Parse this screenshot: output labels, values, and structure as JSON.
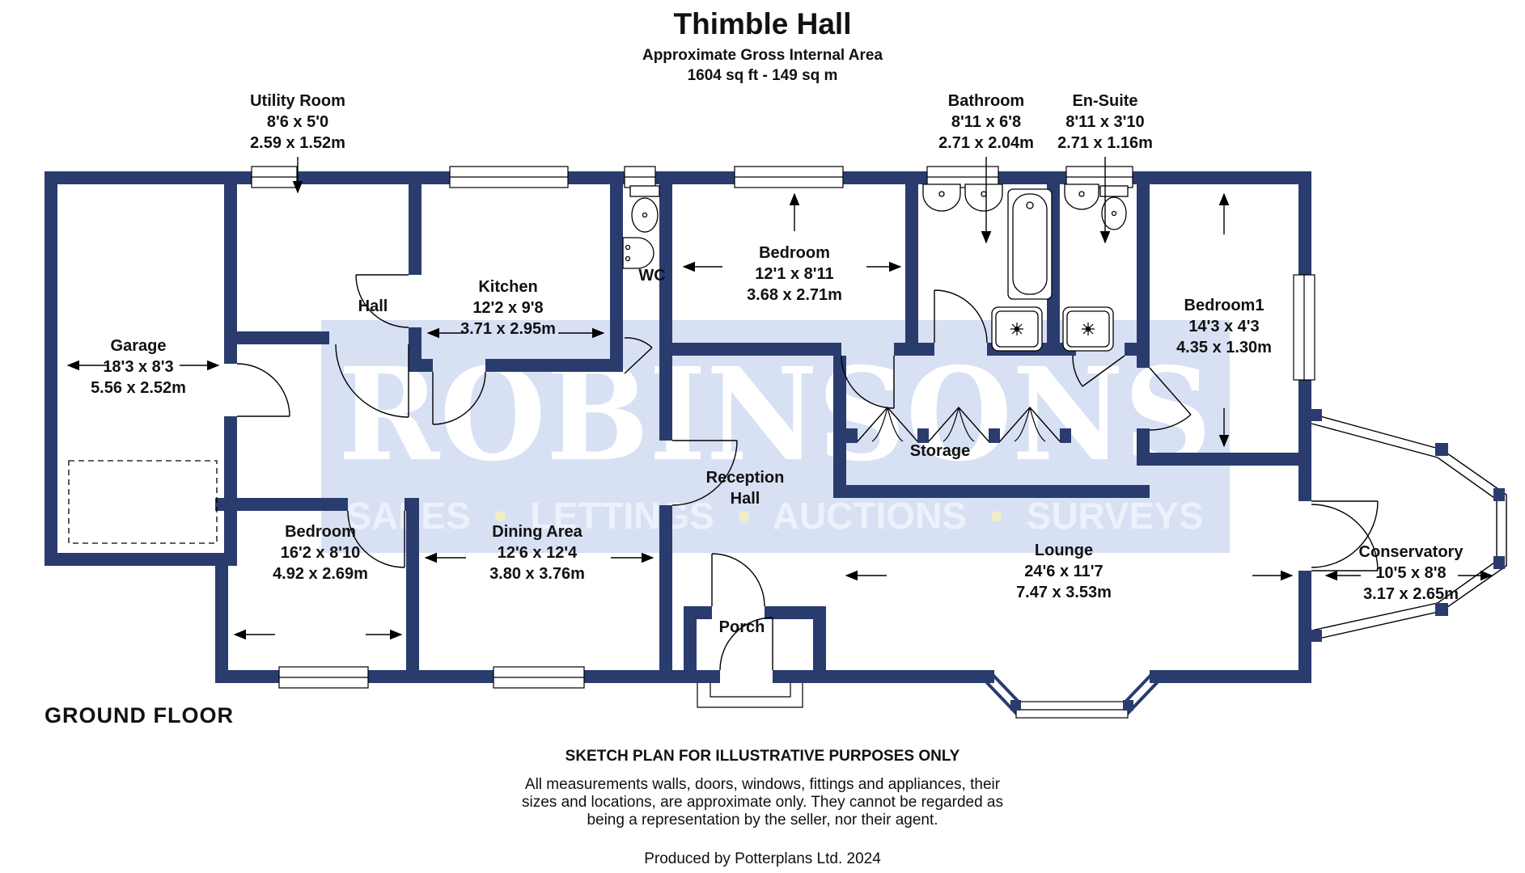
{
  "header": {
    "title": "Thimble Hall",
    "subtitle": "Approximate Gross Internal Area",
    "area": "1604 sq ft - 149 sq m"
  },
  "floor_label": "GROUND FLOOR",
  "watermark": {
    "name": "ROBINSONS",
    "tagline_words": [
      "SALES",
      "LETTINGS",
      "AUCTIONS",
      "SURVEYS"
    ],
    "bullet": "•"
  },
  "rooms": [
    {
      "name": "Utility Room",
      "imperial": "8'6 x 5'0",
      "metric": "2.59 x 1.52m"
    },
    {
      "name": "Garage",
      "imperial": "18'3 x 8'3",
      "metric": "5.56 x 2.52m"
    },
    {
      "name": "Hall",
      "imperial": "",
      "metric": ""
    },
    {
      "name": "Kitchen",
      "imperial": "12'2 x 9'8",
      "metric": "3.71 x 2.95m"
    },
    {
      "name": "WC",
      "imperial": "",
      "metric": ""
    },
    {
      "name": "Bedroom",
      "imperial": "12'1 x 8'11",
      "metric": "3.68 x 2.71m"
    },
    {
      "name": "Bathroom",
      "imperial": "8'11 x 6'8",
      "metric": "2.71 x 2.04m"
    },
    {
      "name": "En-Suite",
      "imperial": "8'11 x 3'10",
      "metric": "2.71 x 1.16m"
    },
    {
      "name": "Bedroom1",
      "imperial": "14'3 x 4'3",
      "metric": "4.35 x 1.30m"
    },
    {
      "name": "Storage",
      "imperial": "",
      "metric": ""
    },
    {
      "name": "Reception Hall",
      "imperial": "",
      "metric": ""
    },
    {
      "name": "Bedroom",
      "imperial": "16'2 x 8'10",
      "metric": "4.92 x 2.69m"
    },
    {
      "name": "Dining Area",
      "imperial": "12'6 x 12'4",
      "metric": "3.80 x 3.76m"
    },
    {
      "name": "Porch",
      "imperial": "",
      "metric": ""
    },
    {
      "name": "Lounge",
      "imperial": "24'6 x 11'7",
      "metric": "7.47 x 3.53m"
    },
    {
      "name": "Conservatory",
      "imperial": "10'5 x 8'8",
      "metric": "3.17 x 2.65m"
    }
  ],
  "footer": {
    "notice": "SKETCH PLAN FOR ILLUSTRATIVE PURPOSES ONLY",
    "disclaimer_lines": [
      "All measurements walls, doors, windows, fittings and appliances, their",
      "sizes and locations, are approximate only. They cannot be regarded as",
      "being a representation by the seller, nor their agent."
    ],
    "credit": "Produced by Potterplans Ltd. 2024"
  },
  "colors": {
    "wall": "#2a3c6e",
    "band": "#d8e0f4",
    "wm": "#ffffff",
    "tag": "#edf1fb",
    "bullet": "#f2edc2"
  }
}
